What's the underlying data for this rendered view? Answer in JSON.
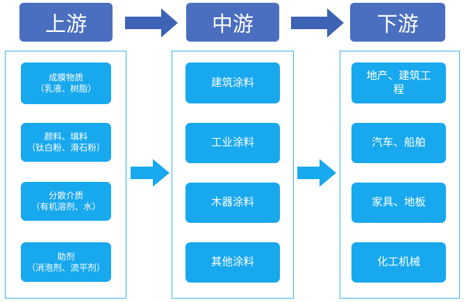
{
  "colors": {
    "header_bg": "#4a6fc0",
    "header_arrow": "#3e62b4",
    "panel_border": "#33b0e8",
    "item_bg": "#18a8ee",
    "item_arrow": "#18a8ee",
    "text": "#ffffff"
  },
  "stages": [
    {
      "title": "上游",
      "items": [
        {
          "lines": [
            "成膜物质",
            "（乳液、树脂）"
          ]
        },
        {
          "lines": [
            "颜料、填料",
            "（钛白粉、滑石粉）"
          ]
        },
        {
          "lines": [
            "分散介质",
            "（有机溶剂、水）"
          ]
        },
        {
          "lines": [
            "助剂",
            "（消泡剂、流平剂）"
          ]
        }
      ]
    },
    {
      "title": "中游",
      "items": [
        {
          "lines": [
            "建筑涂料"
          ]
        },
        {
          "lines": [
            "工业涂料"
          ]
        },
        {
          "lines": [
            "木器涂料"
          ]
        },
        {
          "lines": [
            "其他涂料"
          ]
        }
      ]
    },
    {
      "title": "下游",
      "items": [
        {
          "lines": [
            "地产、建筑工",
            "程"
          ]
        },
        {
          "lines": [
            "汽车、船舶"
          ]
        },
        {
          "lines": [
            "家具、地板"
          ]
        },
        {
          "lines": [
            "化工机械"
          ]
        }
      ]
    }
  ]
}
